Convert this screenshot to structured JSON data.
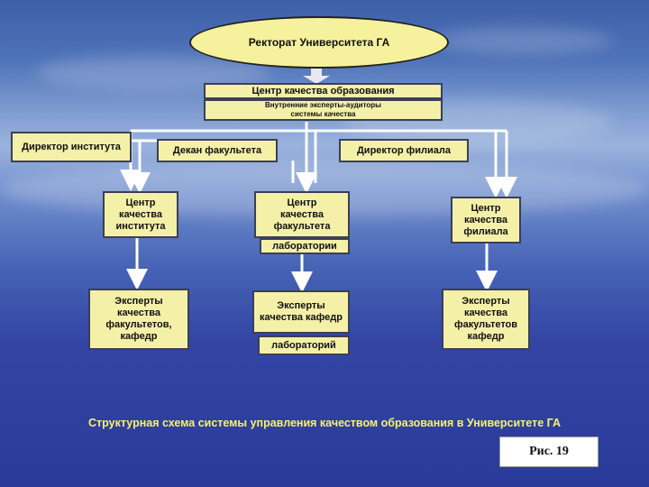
{
  "rectorate": "Ректорат Университета ГА",
  "center_title": "Центр качества образования",
  "internal_experts": [
    "Внутренние эксперты-аудиторы",
    "системы качества"
  ],
  "director_institute": "Директор института",
  "dean": "Декан факультета",
  "director_branch": "Директор филиала",
  "center_institute": [
    "Центр",
    "качества",
    "института"
  ],
  "center_faculty": [
    "Центр",
    "качества",
    "факультета"
  ],
  "center_faculty_lab": "лаборатории",
  "center_branch": [
    "Центр",
    "качества",
    "филиала"
  ],
  "experts_institute": [
    "Эксперты",
    "качества",
    "факультетов,",
    "кафедр"
  ],
  "experts_faculty": [
    "Эксперты",
    "качества кафедр"
  ],
  "experts_faculty_lab": "лабораторий",
  "experts_branch": [
    "Эксперты",
    "качества",
    "факультетов",
    "кафедр"
  ],
  "caption": "Структурная схема системы управления качеством образования в Университете ГА",
  "figure_label": "Рис. 19",
  "colors": {
    "box_fill": "#f4f0a8",
    "caption": "#f7f36a",
    "lines": "#ffffff",
    "arrow_top": "#e8e8f0"
  }
}
